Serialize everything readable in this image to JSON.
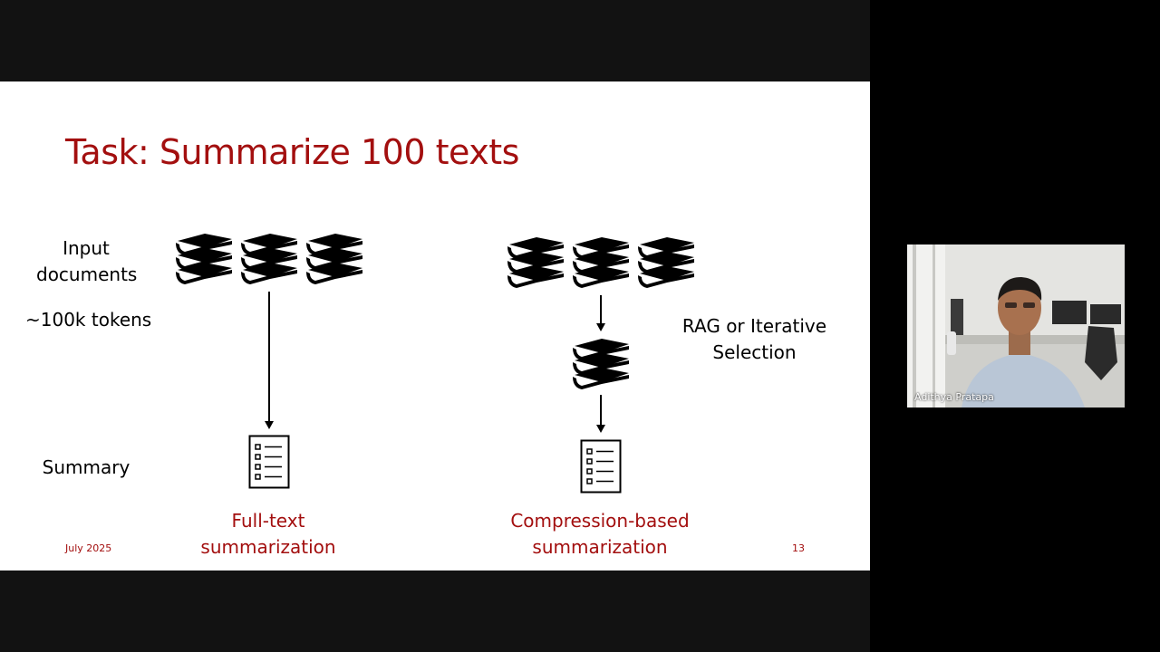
{
  "slide": {
    "title": "Task: Summarize 100 texts",
    "labels": {
      "input_line1": "Input",
      "input_line2": "documents",
      "tokens": "~100k tokens",
      "summary": "Summary",
      "rag_line1": "RAG or Iterative",
      "rag_line2": "Selection"
    },
    "methods": {
      "full_line1": "Full-text",
      "full_line2": "summarization",
      "comp_line1": "Compression-based",
      "comp_line2": "summarization"
    },
    "footer": {
      "date": "July 2025",
      "page_number": "13"
    },
    "icons": [
      "books-icon",
      "document-list-icon",
      "arrow-down-icon"
    ],
    "colors": {
      "title": "#a30f0f",
      "background": "#ffffff",
      "letterbox": "#121212"
    }
  },
  "participant": {
    "name": "Adithya Pratapa"
  }
}
